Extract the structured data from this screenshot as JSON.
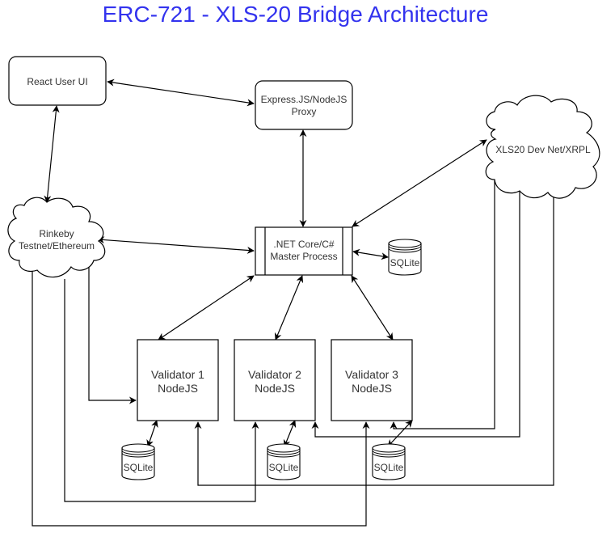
{
  "title": "ERC-721 - XLS-20 Bridge Architecture",
  "colors": {
    "title": "#3333ee",
    "stroke": "#000000",
    "text": "#333333"
  },
  "nodes": {
    "react_ui": {
      "label": "React User UI",
      "shape": "rounded-rect"
    },
    "proxy": {
      "line1": "Express.JS/NodeJS",
      "line2": "Proxy",
      "shape": "rounded-rect"
    },
    "xrpl": {
      "label": "XLS20 Dev Net/XRPL",
      "shape": "cloud"
    },
    "rinkeby": {
      "line1": "Rinkeby",
      "line2": "Testnet/Ethereum",
      "shape": "cloud"
    },
    "master": {
      "line1": ".NET Core/C#",
      "line2": "Master Process",
      "shape": "process"
    },
    "master_db": {
      "label": "SQLite",
      "shape": "database"
    },
    "validator1": {
      "line1": "Validator 1",
      "line2": "NodeJS",
      "shape": "rect"
    },
    "validator2": {
      "line1": "Validator 2",
      "line2": "NodeJS",
      "shape": "rect"
    },
    "validator3": {
      "line1": "Validator 3",
      "line2": "NodeJS",
      "shape": "rect"
    },
    "db1": {
      "label": "SQLite",
      "shape": "database"
    },
    "db2": {
      "label": "SQLite",
      "shape": "database"
    },
    "db3": {
      "label": "SQLite",
      "shape": "database"
    }
  },
  "edges": [
    {
      "from": "react_ui",
      "to": "proxy",
      "direction": "both"
    },
    {
      "from": "react_ui",
      "to": "rinkeby",
      "direction": "both"
    },
    {
      "from": "proxy",
      "to": "master",
      "direction": "both"
    },
    {
      "from": "xrpl",
      "to": "master",
      "direction": "both"
    },
    {
      "from": "rinkeby",
      "to": "master",
      "direction": "both"
    },
    {
      "from": "master",
      "to": "master_db",
      "direction": "both"
    },
    {
      "from": "master",
      "to": "validator1",
      "direction": "both"
    },
    {
      "from": "master",
      "to": "validator2",
      "direction": "both"
    },
    {
      "from": "master",
      "to": "validator3",
      "direction": "both"
    },
    {
      "from": "validator1",
      "to": "db1",
      "direction": "both"
    },
    {
      "from": "validator2",
      "to": "db2",
      "direction": "both"
    },
    {
      "from": "validator3",
      "to": "db3",
      "direction": "both"
    },
    {
      "from": "rinkeby",
      "to": "validator1",
      "direction": "to"
    },
    {
      "from": "rinkeby",
      "to": "validator2",
      "direction": "to"
    },
    {
      "from": "rinkeby",
      "to": "validator3",
      "direction": "to"
    },
    {
      "from": "xrpl",
      "to": "validator1",
      "direction": "to"
    },
    {
      "from": "xrpl",
      "to": "validator2",
      "direction": "to"
    },
    {
      "from": "xrpl",
      "to": "validator3",
      "direction": "to"
    }
  ]
}
